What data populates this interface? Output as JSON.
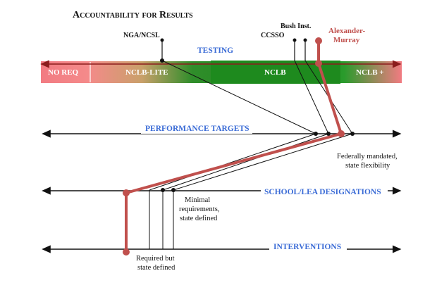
{
  "title": "Accountability for Results",
  "axes": {
    "testing": "TESTING",
    "performance_targets": "PERFORMANCE TARGETS",
    "school_lea_designations": "SCHOOL/LEA DESIGNATIONS",
    "interventions": "INTERVENTIONS"
  },
  "testing_band": [
    "NO REQ",
    "NCLB-LITE",
    "NCLB",
    "NCLB +"
  ],
  "stakeholders": {
    "nga_ncsl": "NGA/NCSL",
    "ccsso": "CCSSO",
    "bush_inst": "Bush Inst.",
    "alexander_murray_line1": "Alexander-",
    "alexander_murray_line2": "Murray"
  },
  "notes": {
    "federal_line1": "Federally mandated,",
    "federal_line2": "state flexibility",
    "minimal_line1": "Minimal",
    "minimal_line2": "requirements,",
    "minimal_line3": "state defined",
    "required_line1": "Required but",
    "required_line2": "state defined"
  },
  "colors": {
    "axis_label": "#3a6bd6",
    "highlight": "#c0504d",
    "band_green": "#1e8a1e",
    "band_red": "#f27b82"
  }
}
